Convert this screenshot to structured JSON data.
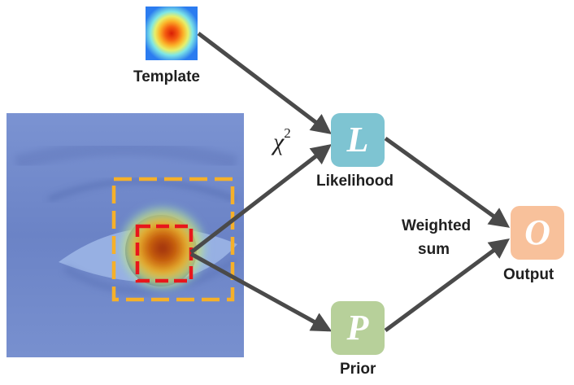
{
  "labels": {
    "template": "Template",
    "likelihood": "Likelihood",
    "prior": "Prior",
    "output": "Output",
    "weighted_1": "Weighted",
    "weighted_2": "sum",
    "chi_symbol": "χ",
    "chi_exponent": "2"
  },
  "nodes": {
    "likelihood": {
      "letter": "L",
      "color": "#7ec4d2"
    },
    "prior": {
      "letter": "P",
      "color": "#b7d09a"
    },
    "output": {
      "letter": "O",
      "color": "#f8c19b"
    }
  },
  "colors": {
    "arrow": "#4a4a4a",
    "outer_box": "#f5b02a",
    "inner_box": "#e8161b",
    "eye_background": "#6f86c8"
  }
}
